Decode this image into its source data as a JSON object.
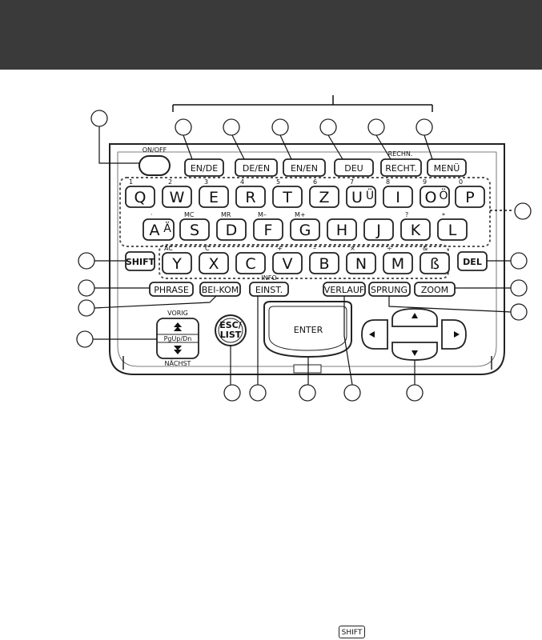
{
  "device": {
    "power_label": "ON/OFF",
    "top_keys": [
      "EN/DE",
      "DE/EN",
      "EN/EN",
      "DEU",
      "RECHT.",
      "MENÜ"
    ],
    "rechn_label": "RECHN.",
    "row1": [
      {
        "letter": "Q",
        "num": "1",
        "alt": ""
      },
      {
        "letter": "W",
        "num": "2",
        "alt": ""
      },
      {
        "letter": "E",
        "num": "3",
        "alt": ""
      },
      {
        "letter": "R",
        "num": "4",
        "alt": ""
      },
      {
        "letter": "T",
        "num": "5",
        "alt": ""
      },
      {
        "letter": "Z",
        "num": "6",
        "alt": ""
      },
      {
        "letter": "U",
        "num": "7",
        "alt": "Ü"
      },
      {
        "letter": "I",
        "num": "8",
        "alt": ""
      },
      {
        "letter": "O",
        "num": "9",
        "alt": "Ö"
      },
      {
        "letter": "P",
        "num": "0",
        "alt": ""
      }
    ],
    "row2": [
      {
        "letter": "A",
        "num": "·",
        "alt": "Ä"
      },
      {
        "letter": "S",
        "num": "MC",
        "alt": ""
      },
      {
        "letter": "D",
        "num": "MR",
        "alt": ""
      },
      {
        "letter": "F",
        "num": "M–",
        "alt": ""
      },
      {
        "letter": "G",
        "num": "M+",
        "alt": ""
      },
      {
        "letter": "H",
        "num": "",
        "alt": ""
      },
      {
        "letter": "J",
        "num": "",
        "alt": ""
      },
      {
        "letter": "K",
        "num": "?",
        "alt": ""
      },
      {
        "letter": "L",
        "num": "*",
        "alt": ""
      }
    ],
    "row3": [
      {
        "letter": "Y",
        "num": "AC"
      },
      {
        "letter": "X",
        "num": "C"
      },
      {
        "letter": "C",
        "num": ""
      },
      {
        "letter": "V",
        "num": "+"
      },
      {
        "letter": "B",
        "num": "–"
      },
      {
        "letter": "N",
        "num": "×"
      },
      {
        "letter": "M",
        "num": "÷"
      },
      {
        "letter": "ß",
        "num": "&"
      }
    ],
    "shift_label": "SHIFT",
    "del_label": "DEL",
    "phrase_label": "PHRASE",
    "beikom_label": "BEI-KOM",
    "info_label": "INFO",
    "einst_label": "EINST.",
    "verlauf_label": "VERLAUF",
    "sprung_label": "SPRUNG",
    "zoom_label": "ZOOM",
    "vorig_label": "VORIG",
    "pgupdn_label": "PgUp/Dn",
    "naechst_label": "NÄCHST",
    "esc_line1": "ESC/",
    "esc_line2": "LIST",
    "enter_label": "ENTER"
  },
  "footer": {
    "shift_key_text": "SHIFT"
  }
}
